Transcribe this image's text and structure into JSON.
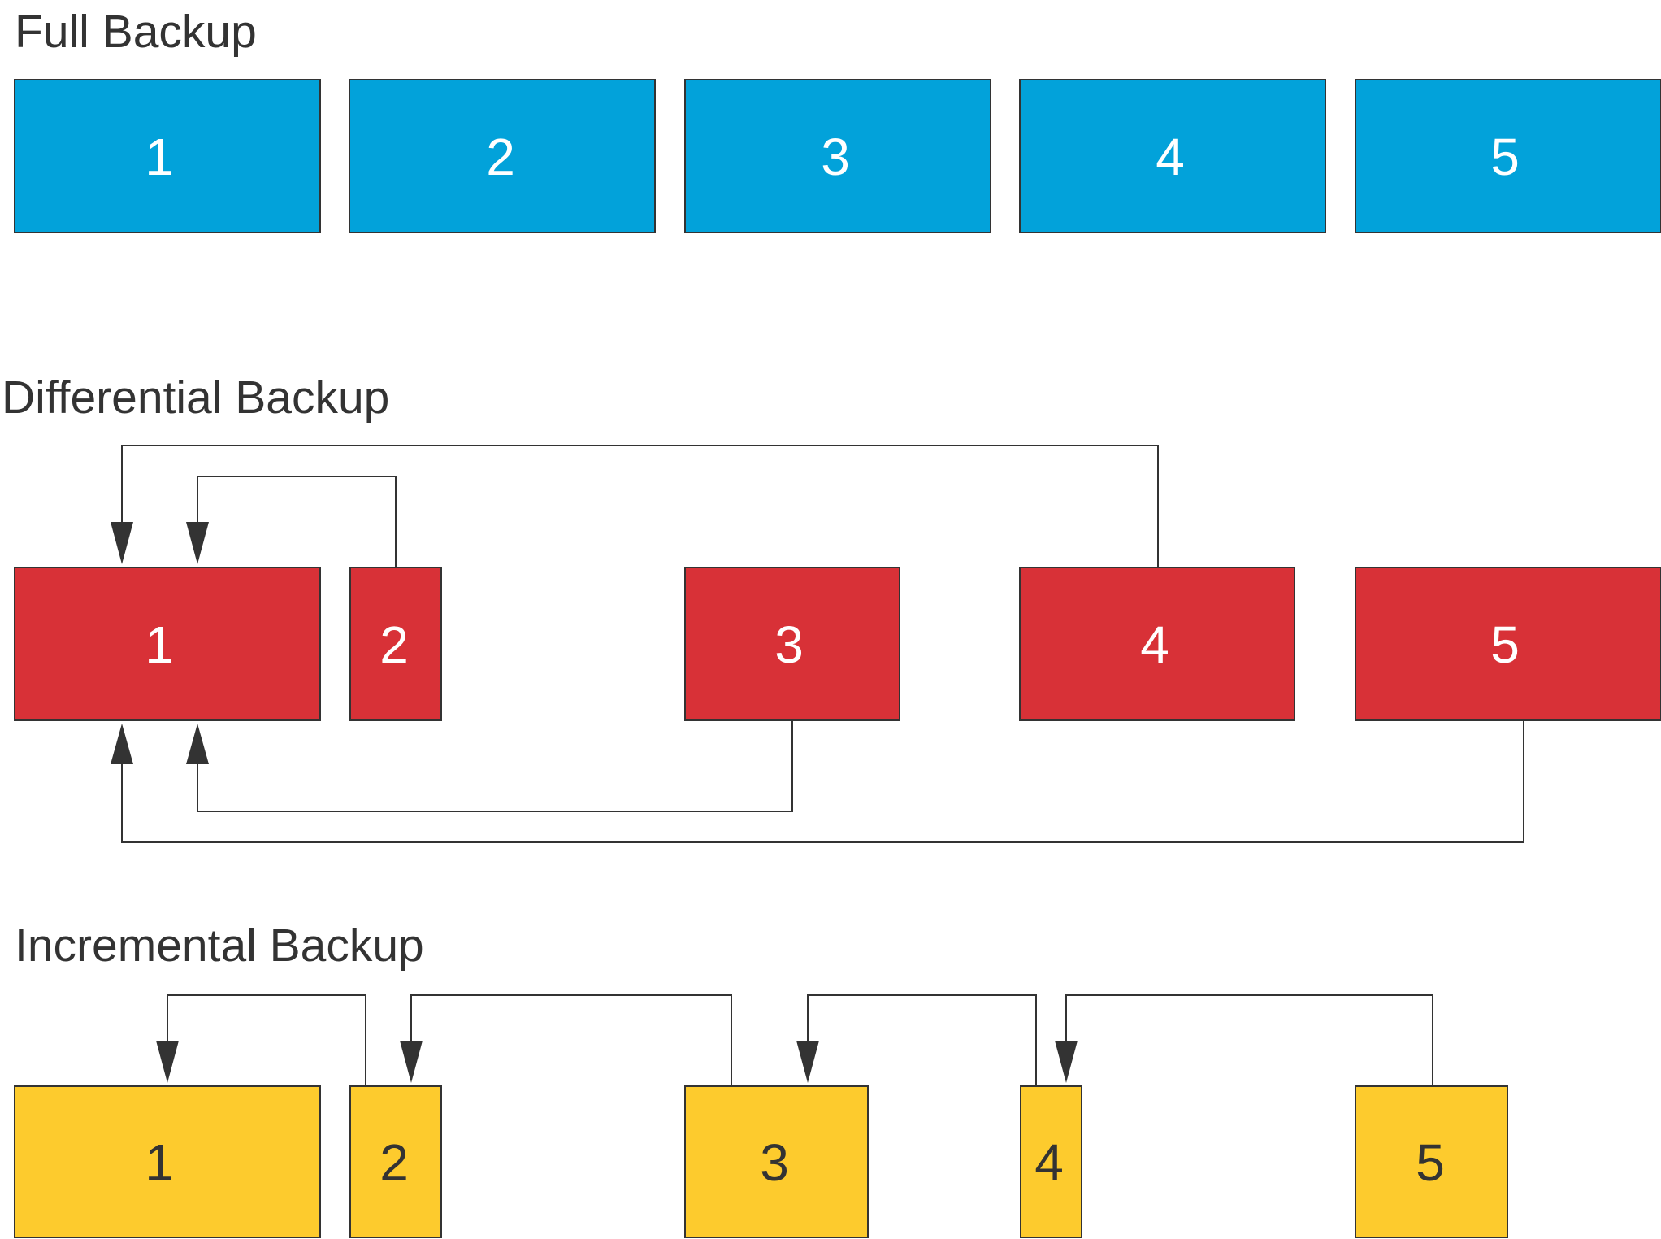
{
  "colors": {
    "full": "#02A2DA",
    "differential": "#D83137",
    "incremental": "#FDCB2D",
    "full_label": "#ffffff",
    "differential_label": "#ffffff",
    "incremental_label": "#333333"
  },
  "sections": [
    {
      "id": "full",
      "title": "Full Backup",
      "boxes": [
        "1",
        "2",
        "3",
        "4",
        "5"
      ]
    },
    {
      "id": "differential",
      "title": "Differential Backup",
      "boxes": [
        "1",
        "2",
        "3",
        "4",
        "5"
      ],
      "dependencies": [
        {
          "from": "2",
          "to": "1"
        },
        {
          "from": "3",
          "to": "1"
        },
        {
          "from": "4",
          "to": "1"
        },
        {
          "from": "5",
          "to": "1"
        }
      ]
    },
    {
      "id": "incremental",
      "title": "Incremental Backup",
      "boxes": [
        "1",
        "2",
        "3",
        "4",
        "5"
      ],
      "dependencies": [
        {
          "from": "2",
          "to": "1"
        },
        {
          "from": "3",
          "to": "2"
        },
        {
          "from": "4",
          "to": "3"
        },
        {
          "from": "5",
          "to": "4"
        }
      ]
    }
  ]
}
